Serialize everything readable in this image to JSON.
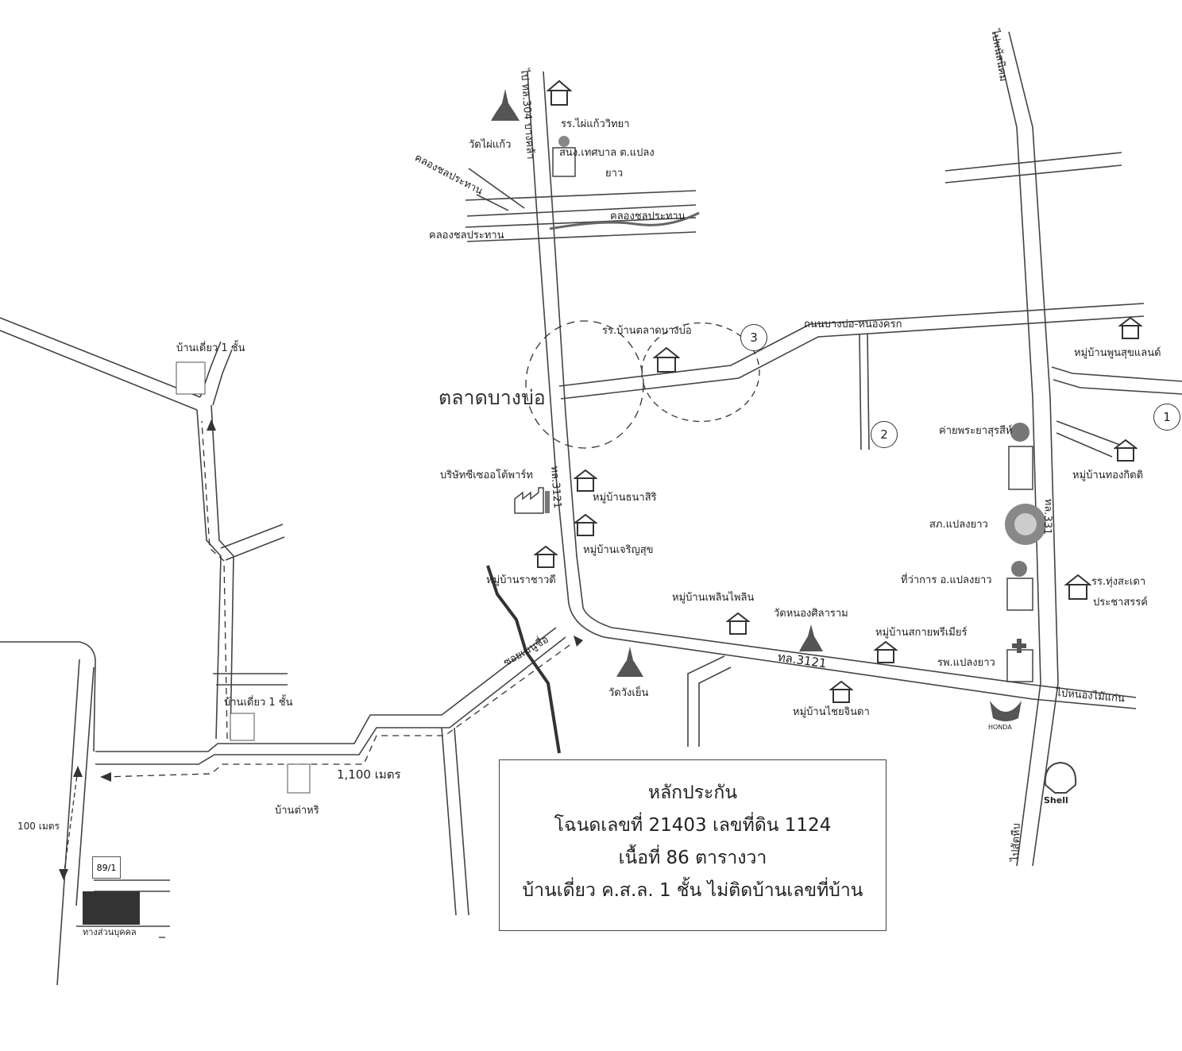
{
  "map": {
    "area_name": "ตลาดบางบ่อ",
    "roads": {
      "r3121_a": "ทล.3121",
      "r3121_b": "ทล.3121",
      "r331": "ทล.331",
      "r304": "ไป ทล.304 บางคล้า",
      "to_panthong": "ไปพนัสนิคม",
      "to_nongmaikaen": "ไปหนองไม้แก่น",
      "to_sattahip": "ไปสัตหีบ",
      "bangbo_nongkrok": "ถนนบางบ่อ-หนองครก",
      "soi": "ซอยเมนูชื่อ"
    },
    "canals": [
      "คลองชลประทาน",
      "คลองชลประทาน",
      "คลองชลประทาน"
    ],
    "landmarks": {
      "wat_phaikaew": "วัดไผ่แก้ว",
      "school_phaikaew": "รร.ไผ่แก้ววิทยา",
      "municipal_office": "สนง.เทศบาล ต.แปลง",
      "municipal_office_2": "ยาว",
      "school_talat": "รร.บ้านตลาดบางบ่อ",
      "company": "บริษัทซีเซออโต้พาร์ท",
      "vill_thanasiri": "หมู่บ้านธนาสิริ",
      "vill_charoensuk": "หมู่บ้านเจริญสุข",
      "vill_rachawadee": "หมู่บ้านราชาวดี",
      "vill_ploenpoen": "หมู่บ้านเพลินไพลิน",
      "wat_nongsila": "วัดหนองศิลาราม",
      "vill_sakai": "หมู่บ้านสกายพรีเมียร์",
      "wat_wangyen": "วัดวังเย็น",
      "vill_chaiyachinda": "หมู่บ้านไชยจินดา",
      "hospital": "รพ.แปลงยาว",
      "district_office": "ที่ว่าการ อ.แปลงยาว",
      "police": "สภ.แปลงยาว",
      "camp": "ค่ายพระยาสุรสีห์",
      "vill_phunsuk": "หมู่บ้านพูนสุขแลนด์",
      "vill_thongkit": "หมู่บ้านทองกิตติ",
      "school_thungsadao": "รร.ทุ่งสะเดา",
      "school_thungsadao_2": "ประชาสรรค์",
      "house_single_1": "บ้านเดี่ยว 1 ชั้น",
      "house_single_2": "บ้านเดี่ยว 1 ชั้น",
      "house_other": "บ้านต่าหริ",
      "public_path": "ทางส่วนบุคคล",
      "plot_number": "89/1",
      "honda": "HONDA",
      "shell": "Shell"
    },
    "markers": [
      "1",
      "2",
      "3"
    ],
    "distances": {
      "long": "1,100 เมตร",
      "short": "100 เมตร"
    }
  },
  "legend": {
    "title": "หลักประกัน",
    "line2": "โฉนดเลขที่ 21403  เลขที่ดิน 1124",
    "line3": "เนื้อที่ 86  ตารางวา",
    "line4": "บ้านเดี่ยว ค.ส.ล. 1 ชั้น ไม่ติดบ้านเลขที่บ้าน"
  }
}
